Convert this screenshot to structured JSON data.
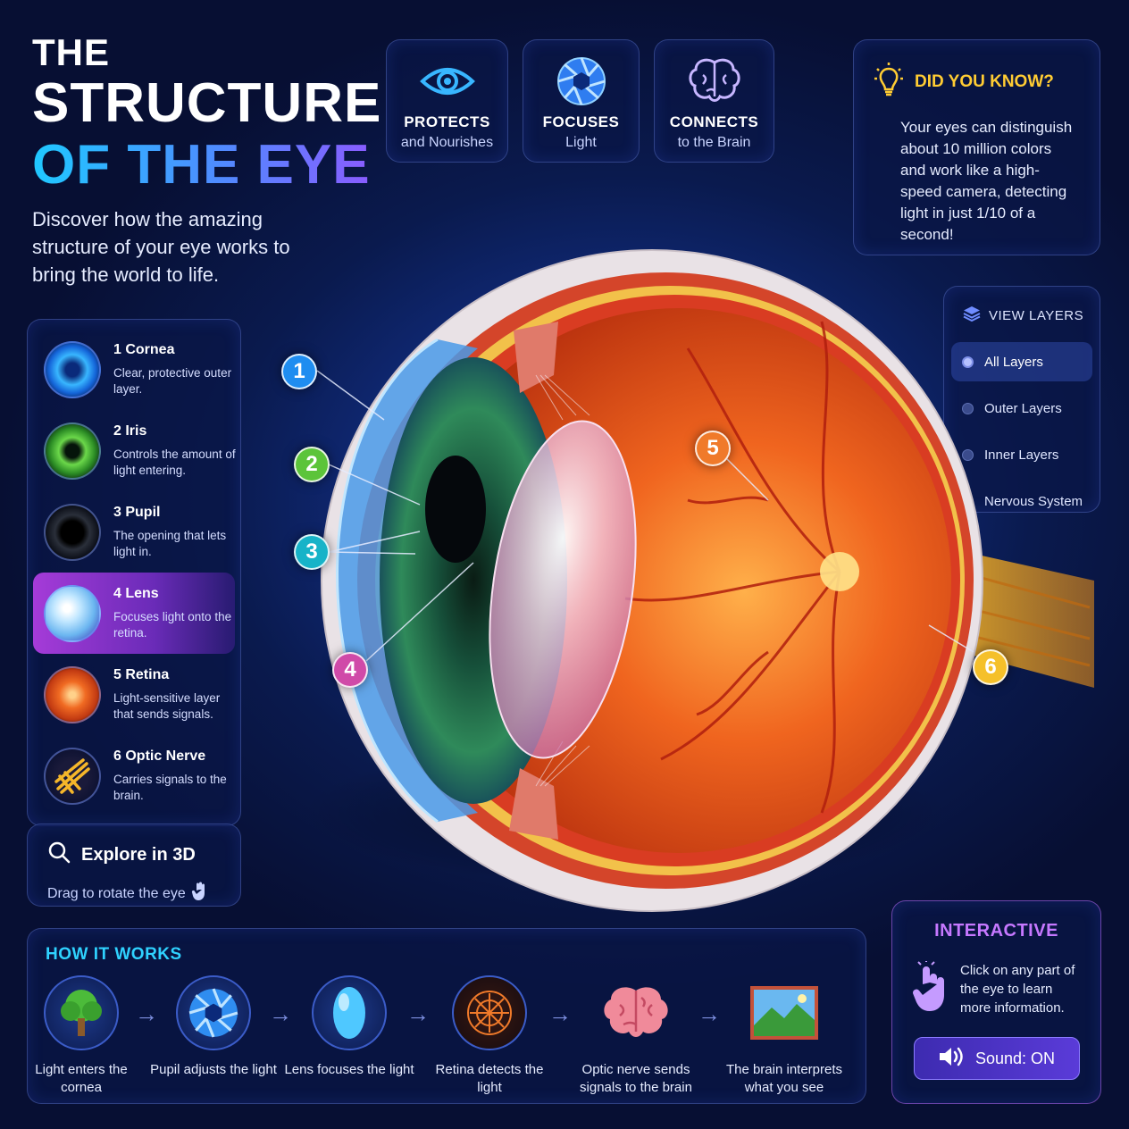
{
  "title": {
    "line1": "THE",
    "line2": "STRUCTURE",
    "line3": "OF THE EYE"
  },
  "intro": "Discover how the amazing structure of your eye works to bring the world to life.",
  "features": [
    {
      "icon": "eye-icon",
      "title": "PROTECTS",
      "subtitle": "and Nourishes"
    },
    {
      "icon": "aperture-icon",
      "title": "FOCUSES",
      "subtitle": "Light"
    },
    {
      "icon": "brain-icon",
      "title": "CONNECTS",
      "subtitle": "to the Brain"
    }
  ],
  "did_you_know": {
    "icon": "lightbulb-icon",
    "heading": "DID YOU KNOW?",
    "text": "Your eyes can distinguish about 10 million colors and work like a high-speed camera, detecting light in just 1/10 of a second!"
  },
  "view_layers": {
    "icon": "layers-icon",
    "heading": "VIEW LAYERS",
    "options": [
      "All Layers",
      "Outer Layers",
      "Inner Layers",
      "Nervous System"
    ],
    "selected": "All Layers"
  },
  "parts": [
    {
      "label": "1 Cornea",
      "desc": "Clear, protective outer layer."
    },
    {
      "label": "2 Iris",
      "desc": "Controls the amount of light entering."
    },
    {
      "label": "3 Pupil",
      "desc": "The opening that lets light in."
    },
    {
      "label": "4 Lens",
      "desc": "Focuses light onto the retina."
    },
    {
      "label": "5 Retina",
      "desc": "Light-sensitive layer that sends signals."
    },
    {
      "label": "6 Optic Nerve",
      "desc": "Carries signals to the brain."
    }
  ],
  "active_part": "4 Lens",
  "explore": {
    "icon": "search-icon",
    "title": "Explore in 3D",
    "subtitle": "Drag to rotate the eye"
  },
  "how_it_works": {
    "heading": "HOW IT WORKS",
    "steps": [
      "Light enters the cornea",
      "Pupil adjusts the light",
      "Lens focuses the light",
      "Retina detects the light",
      "Optic nerve sends signals to the brain",
      "The brain interprets what you see"
    ]
  },
  "interactive": {
    "heading": "INTERACTIVE",
    "icon": "hand-pointer-icon",
    "text": "Click on any part of the eye to learn more information.",
    "sound_label": "Sound: ON"
  },
  "eye_markers": [
    "1",
    "2",
    "3",
    "4",
    "5",
    "6"
  ],
  "colors": {
    "cornea": "#1f8df0",
    "iris": "#5cc43a",
    "pupil": "#17b3c8",
    "lens": "#d04aa8",
    "retina": "#f07a2a",
    "optic_nerve": "#f5c02a",
    "accent_cyan": "#2fd2ff",
    "accent_yellow": "#ffcc33",
    "accent_purple": "#c678ff"
  }
}
